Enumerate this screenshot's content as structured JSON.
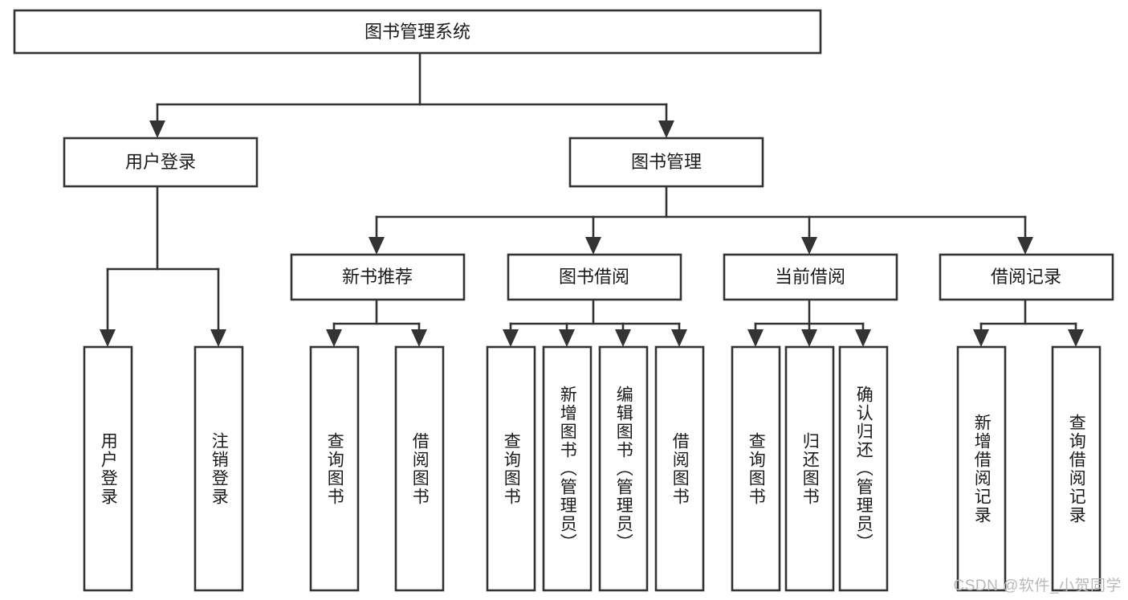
{
  "diagram": {
    "title": "图书管理系统",
    "type": "tree",
    "root": {
      "id": "root",
      "label": "图书管理系统",
      "orientation": "horizontal"
    },
    "level2": [
      {
        "id": "user-login",
        "label": "用户登录",
        "orientation": "horizontal"
      },
      {
        "id": "book-manage",
        "label": "图书管理",
        "orientation": "horizontal"
      }
    ],
    "level3": [
      {
        "id": "new-book-recommend",
        "label": "新书推荐",
        "orientation": "horizontal",
        "parent": "book-manage"
      },
      {
        "id": "book-borrow",
        "label": "图书借阅",
        "orientation": "horizontal",
        "parent": "book-manage"
      },
      {
        "id": "current-borrow",
        "label": "当前借阅",
        "orientation": "horizontal",
        "parent": "book-manage"
      },
      {
        "id": "borrow-record",
        "label": "借阅记录",
        "orientation": "horizontal",
        "parent": "book-manage"
      }
    ],
    "leaves": [
      {
        "id": "leaf-user-login",
        "label": "用户登录",
        "orientation": "vertical",
        "parent": "user-login"
      },
      {
        "id": "leaf-user-logout",
        "label": "注销登录",
        "orientation": "vertical",
        "parent": "user-login"
      },
      {
        "id": "leaf-query-book-1",
        "label": "查询图书",
        "orientation": "vertical",
        "parent": "new-book-recommend"
      },
      {
        "id": "leaf-borrow-book-1",
        "label": "借阅图书",
        "orientation": "vertical",
        "parent": "new-book-recommend"
      },
      {
        "id": "leaf-query-book-2",
        "label": "查询图书",
        "orientation": "vertical",
        "parent": "book-borrow"
      },
      {
        "id": "leaf-add-book",
        "label": "新增图书（管理员）",
        "orientation": "vertical",
        "parent": "book-borrow"
      },
      {
        "id": "leaf-edit-book",
        "label": "编辑图书（管理员）",
        "orientation": "vertical",
        "parent": "book-borrow"
      },
      {
        "id": "leaf-borrow-book-2",
        "label": "借阅图书",
        "orientation": "vertical",
        "parent": "book-borrow"
      },
      {
        "id": "leaf-query-book-3",
        "label": "查询图书",
        "orientation": "vertical",
        "parent": "current-borrow"
      },
      {
        "id": "leaf-return-book",
        "label": "归还图书",
        "orientation": "vertical",
        "parent": "current-borrow"
      },
      {
        "id": "leaf-confirm-return",
        "label": "确认归还（管理员）",
        "orientation": "vertical",
        "parent": "current-borrow"
      },
      {
        "id": "leaf-add-record",
        "label": "新增借阅记录",
        "orientation": "vertical",
        "parent": "borrow-record"
      },
      {
        "id": "leaf-query-record",
        "label": "查询借阅记录",
        "orientation": "vertical",
        "parent": "borrow-record"
      }
    ]
  },
  "watermark": {
    "text": "CSDN @软件_小贺同学"
  },
  "colors": {
    "stroke": "#333333",
    "box_fill": "#ffffff",
    "text": "#1a1a1a",
    "background": "#ffffff",
    "watermark": "#b9b9b9"
  }
}
